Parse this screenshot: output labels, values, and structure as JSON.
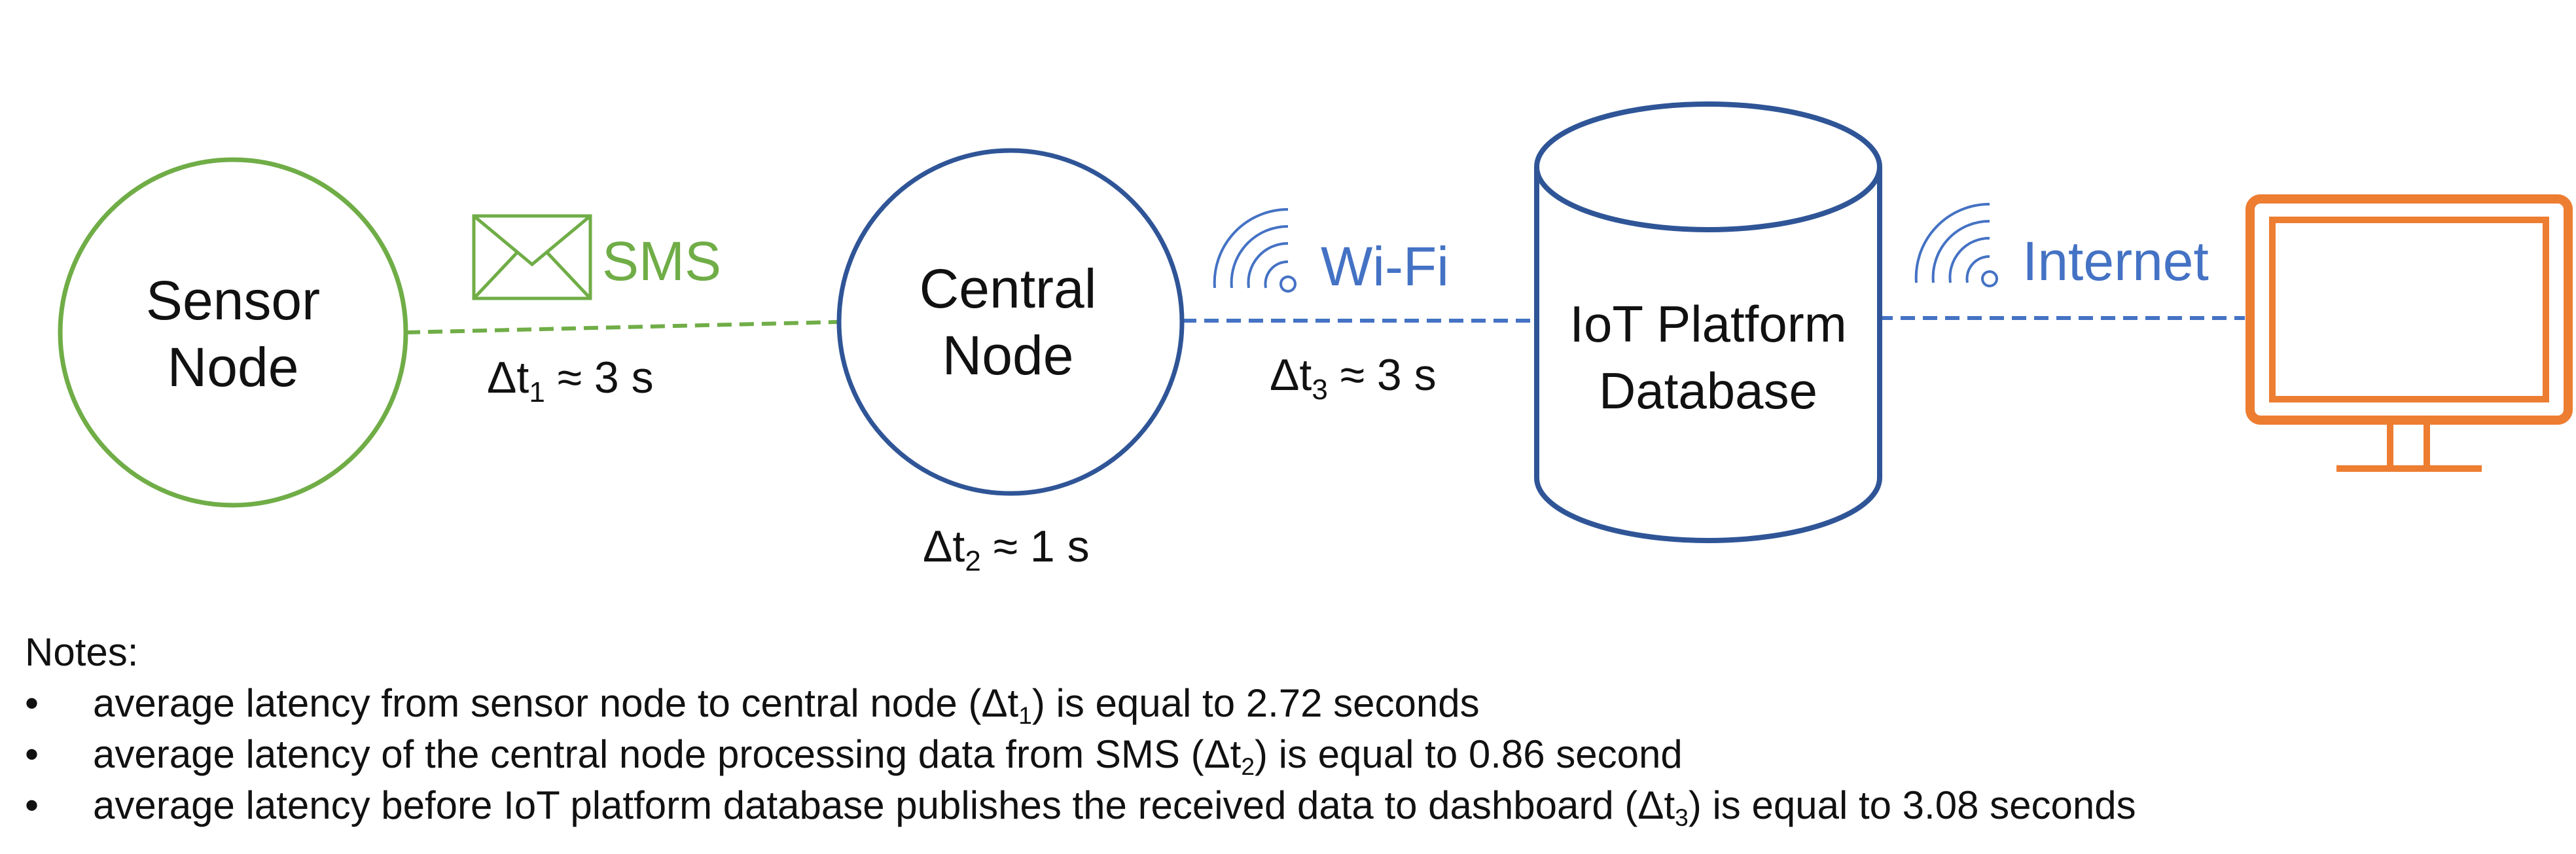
{
  "colors": {
    "sensor_green": "#70ad47",
    "node_blue": "#2f5597",
    "link_blue": "#4472c4",
    "monitor_orange": "#ed7d31",
    "text": "#111111"
  },
  "nodes": {
    "sensor": {
      "line1": "Sensor",
      "line2": "Node"
    },
    "central": {
      "line1": "Central",
      "line2": "Node"
    },
    "database": {
      "line1": "IoT Platform",
      "line2": "Database"
    },
    "dashboard": {
      "icon": "monitor-icon"
    }
  },
  "links": {
    "sms": {
      "label": "SMS",
      "icon": "envelope-icon",
      "delta": "Δt",
      "sub": "1",
      "approx": " ≈ 3 s"
    },
    "wifi": {
      "label": "Wi-Fi",
      "icon": "wireless-signal-icon",
      "delta": "Δt",
      "sub": "3",
      "approx": " ≈ 3 s"
    },
    "internet": {
      "label": "Internet",
      "icon": "wireless-signal-icon"
    }
  },
  "processing": {
    "delta": "Δt",
    "sub": "2",
    "approx": " ≈ 1 s"
  },
  "notes": {
    "title": "Notes:",
    "bullet": "•",
    "items": [
      {
        "before": "average latency from sensor node to central node (Δt",
        "sub": "1",
        "after": ") is equal to 2.72 seconds"
      },
      {
        "before": "average latency of the central node processing data from SMS (Δt",
        "sub": "2",
        "after": ") is equal to 0.86 second"
      },
      {
        "before": "average latency before IoT platform database publishes the received data to dashboard (Δt",
        "sub": "3",
        "after": ") is equal to 3.08 seconds"
      }
    ]
  }
}
